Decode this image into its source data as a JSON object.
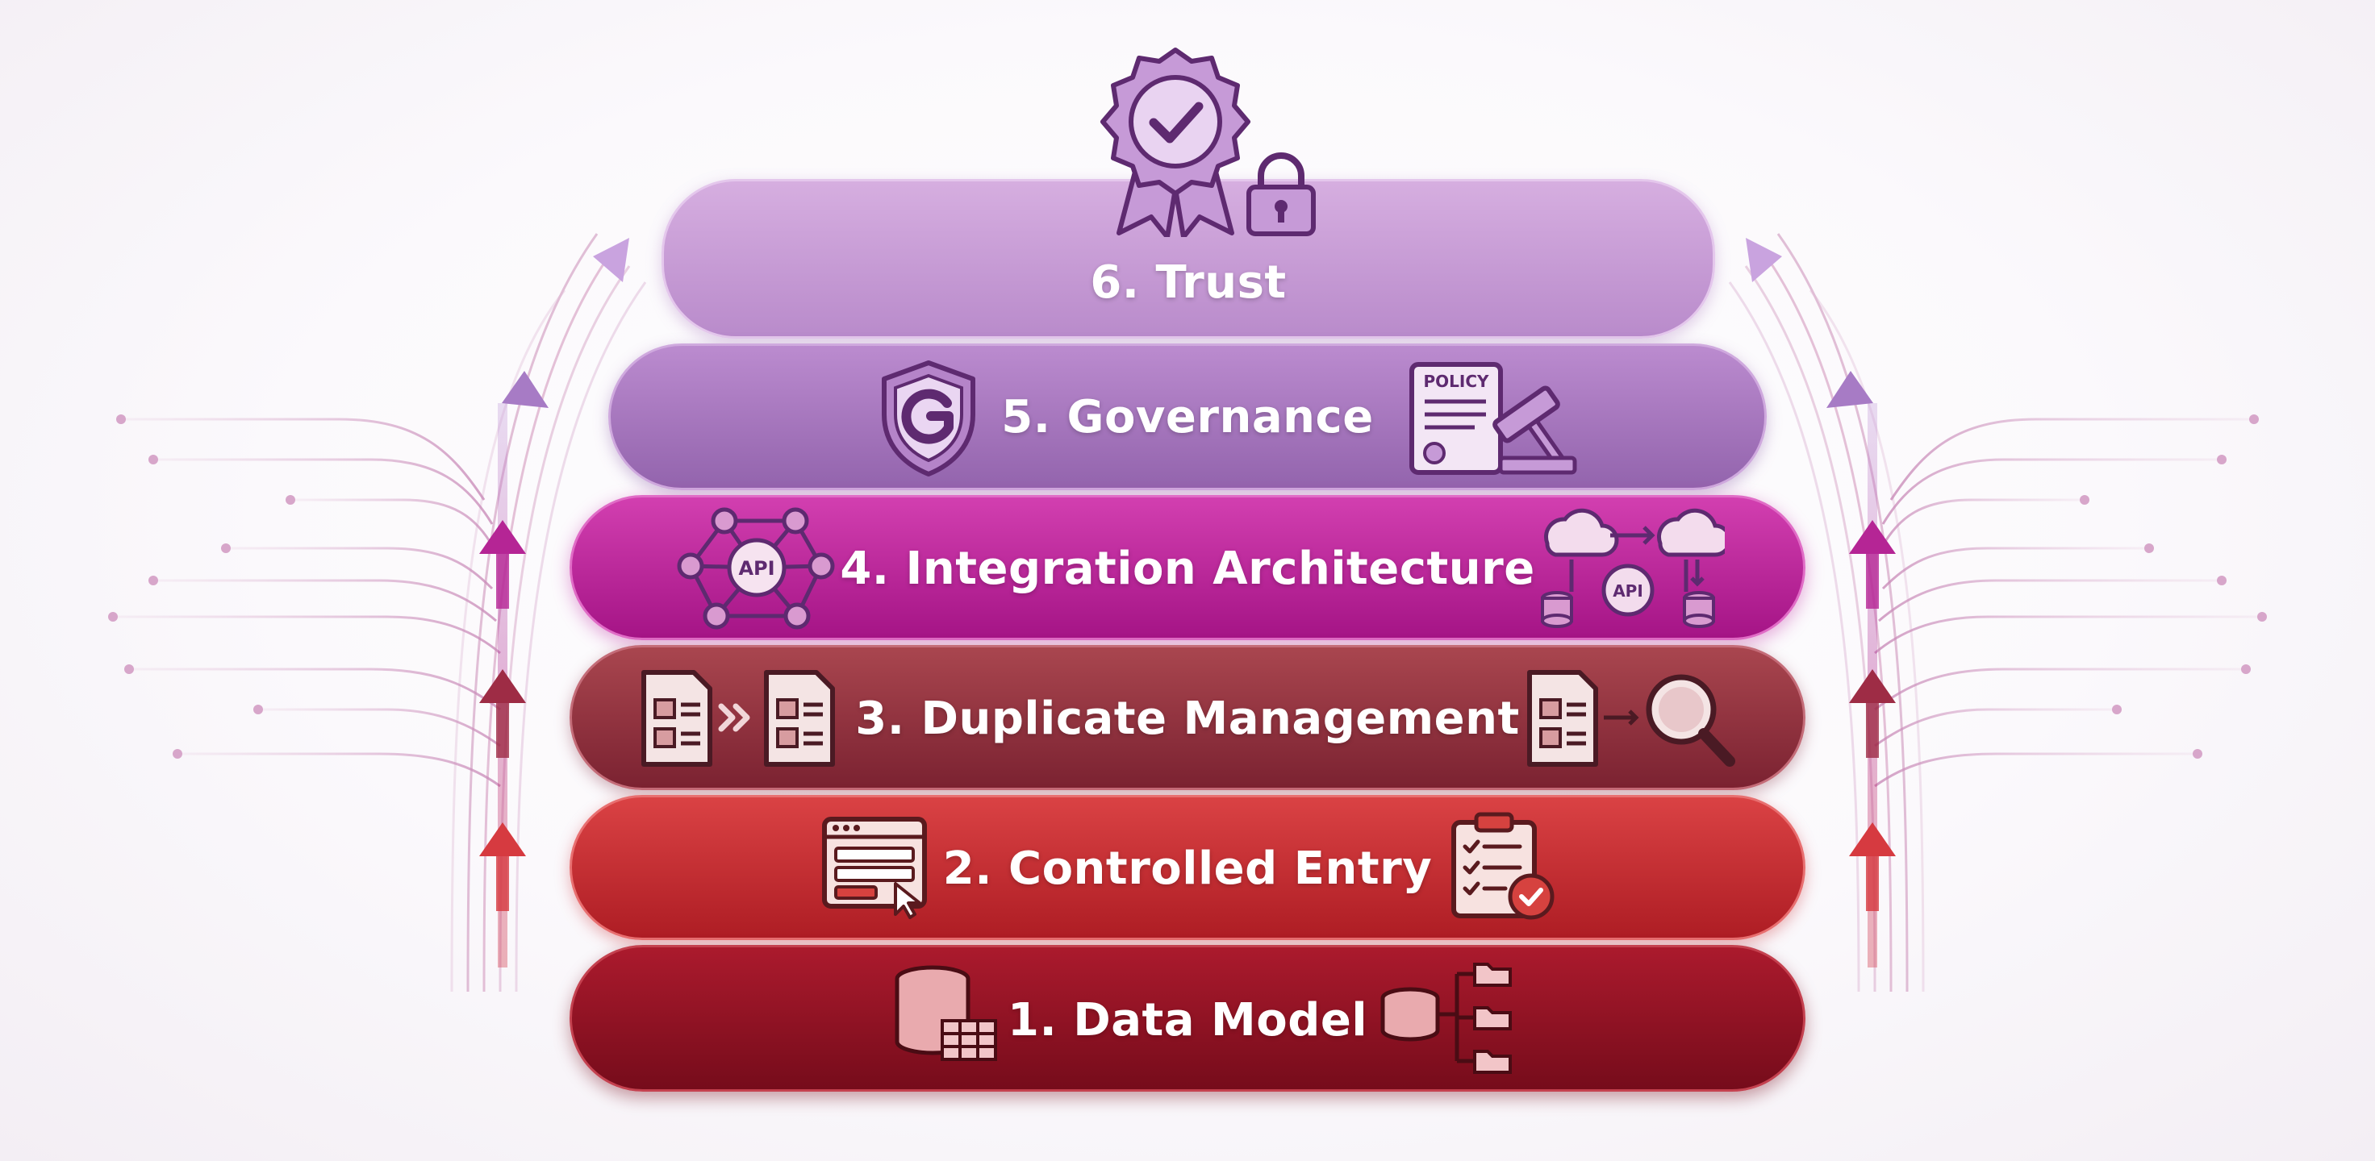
{
  "tiers": [
    {
      "label": "6. Trust",
      "color_top": "#d3a8de",
      "color_bottom": "#b587c6",
      "icons": [
        "award-badge-icon",
        "padlock-icon"
      ]
    },
    {
      "label": "5. Governance",
      "color_top": "#b886cc",
      "color_bottom": "#9665b0",
      "icons": [
        "shield-g-icon",
        "policy-document-gavel-icon"
      ],
      "policy_word": "POLICY"
    },
    {
      "label": "4. Integration Architecture",
      "color_top": "#cf3aad",
      "color_bottom": "#a8178a",
      "icons": [
        "api-network-icon",
        "cloud-api-sync-icon"
      ],
      "api_word": "API"
    },
    {
      "label": "3. Duplicate Management",
      "color_top": "#a8424f",
      "color_bottom": "#7e2432",
      "icons": [
        "merge-records-icon",
        "record-search-icon"
      ]
    },
    {
      "label": "2. Controlled Entry",
      "color_top": "#d63d3f",
      "color_bottom": "#b01f25",
      "icons": [
        "web-form-icon",
        "checklist-clipboard-icon"
      ]
    },
    {
      "label": "1. Data Model",
      "color_top": "#a8182a",
      "color_bottom": "#7a0e1c",
      "icons": [
        "database-table-icon",
        "database-hierarchy-icon"
      ]
    }
  ],
  "colors": {
    "trust": "#c99bd8",
    "governance": "#a675be",
    "integration": "#bd2a9c",
    "duplicate": "#943544",
    "entry": "#c52d31",
    "data_model": "#901322",
    "icon_stroke": "#5e2a70",
    "icon_fill": "#f6e7ee"
  }
}
